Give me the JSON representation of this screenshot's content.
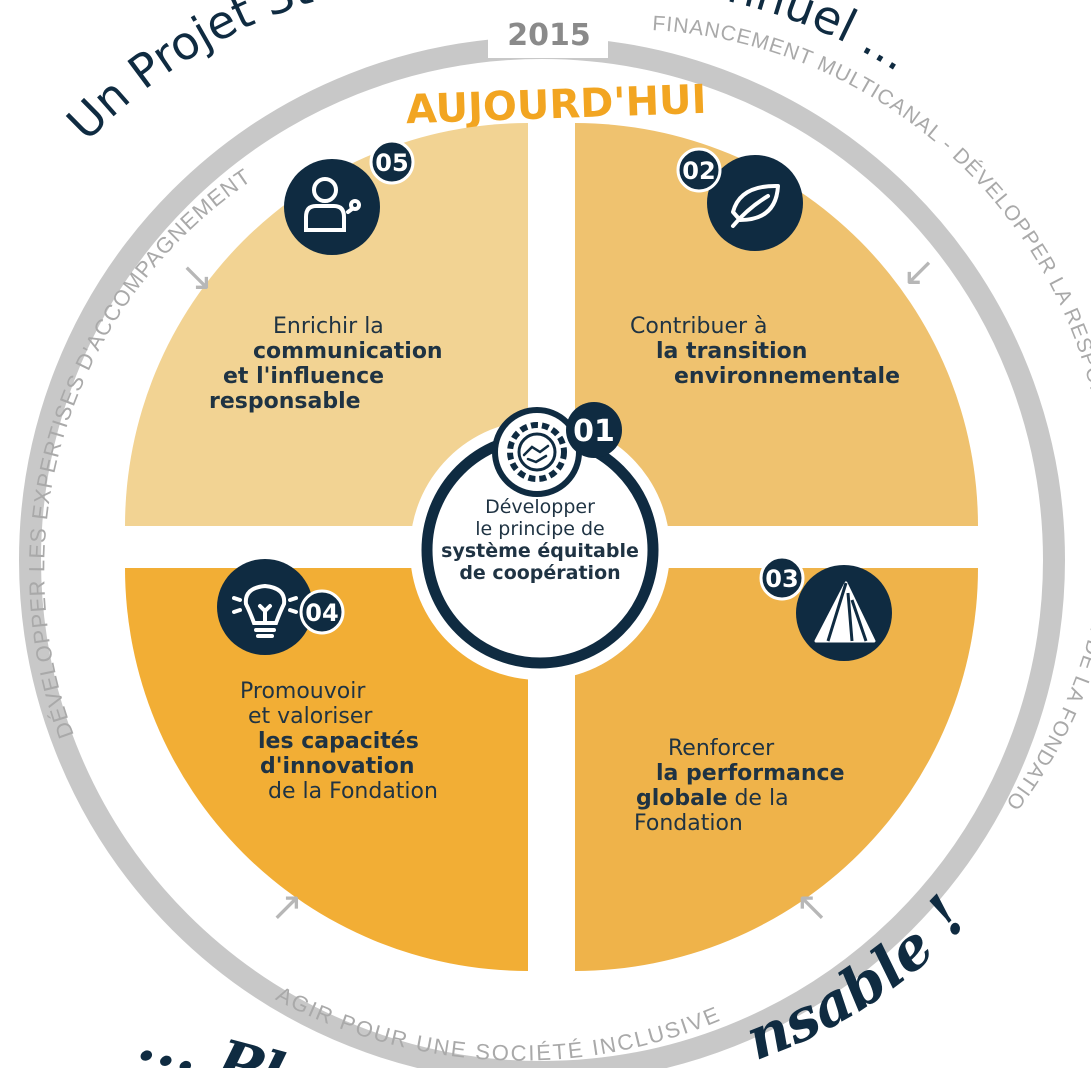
{
  "header": {
    "year": "2015",
    "today": "AUJOURD'HUI",
    "title_left": "Un Projet St",
    "title_right": "annuel ..."
  },
  "arc_labels": {
    "top_right": "FINANCEMENT MULTICANAL - DÉVELOPPER LA RESPONSABILITÉ SOCIÉTALE DE LA FONDATION",
    "left": "DÉVELOPPER LES EXPERTISES D'ACCOMPAGNEMENT",
    "bottom": "AGIR POUR UNE SOCIÉTÉ INCLUSIVE"
  },
  "footer": {
    "script_left": "... Ple",
    "script_right": "nsable !"
  },
  "center": {
    "number": "01",
    "line1": "Développer",
    "line2": "le principe de",
    "line3": "système équitable",
    "line4": "de coopération"
  },
  "quadrants": {
    "q05": {
      "number": "05",
      "line1": "Enrichir la",
      "line2": "communication",
      "line3": "et l'influence",
      "line4": "responsable"
    },
    "q02": {
      "number": "02",
      "line1": "Contribuer à",
      "line2": "la transition",
      "line3": "environnementale"
    },
    "q04": {
      "number": "04",
      "line1": "Promouvoir",
      "line2": "et valoriser",
      "line3": "les capacités",
      "line4": "d'innovation",
      "line5": "de la Fondation"
    },
    "q03": {
      "number": "03",
      "line1": "Renforcer",
      "line2a": "la performance",
      "line3a": "globale",
      "line3b": " de la",
      "line4": "Fondation"
    }
  },
  "icons": {
    "q05": "user-presenter-icon",
    "q02": "leaf-icon",
    "q04": "lightbulb-icon",
    "q03": "mountain-stripes-icon",
    "center": "handshake-gear-icon"
  },
  "colors": {
    "navy": "#0f2b41",
    "ring_gray": "#c8c8c8",
    "q05": "#f2d393",
    "q02": "#efc26f",
    "q04": "#f2ae35",
    "q03": "#efb34a",
    "accent_orange": "#f2a521",
    "arc_text": "#a9a9a9"
  }
}
